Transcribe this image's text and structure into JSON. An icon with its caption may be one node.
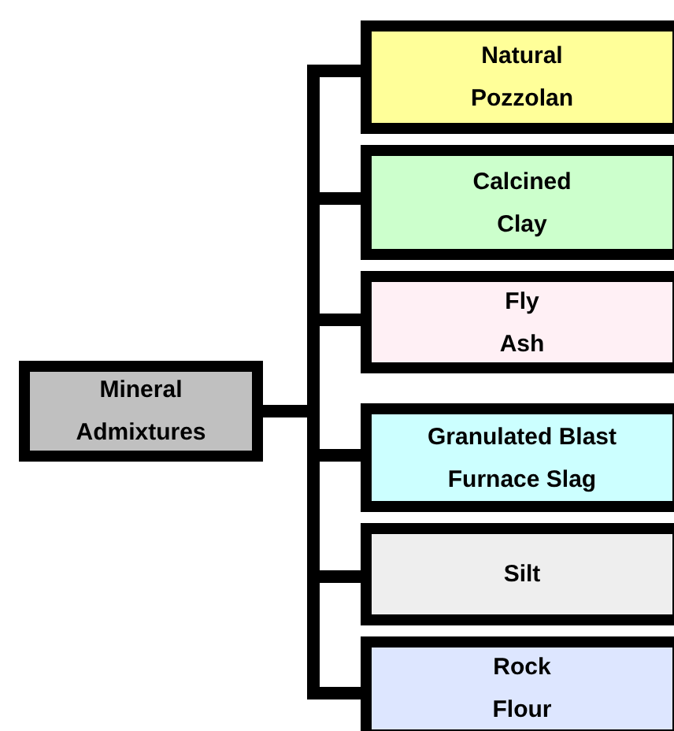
{
  "diagram": {
    "nodes": [
      {
        "text": [
          "Mineral Admixtures"
        ]
      },
      {
        "text": [
          "Natural Pozzolan"
        ]
      },
      {
        "text": [
          "Calcined Clay"
        ]
      },
      {
        "text": [
          "Fly Ash"
        ]
      },
      {
        "text": [
          "Granulated Blast Furnace Slag"
        ]
      },
      {
        "text": [
          "Silt"
        ]
      },
      {
        "text": [
          "Rock Flour"
        ]
      }
    ],
    "edges": [
      {
        "from": 0,
        "to": 1,
        "arrow": "none"
      },
      {
        "from": 0,
        "to": 2,
        "arrow": "none"
      },
      {
        "from": 0,
        "to": 3,
        "arrow": "none"
      },
      {
        "from": 0,
        "to": 4,
        "arrow": "none"
      },
      {
        "from": 0,
        "to": 5,
        "arrow": "none"
      },
      {
        "from": 0,
        "to": 6,
        "arrow": "none"
      }
    ]
  }
}
